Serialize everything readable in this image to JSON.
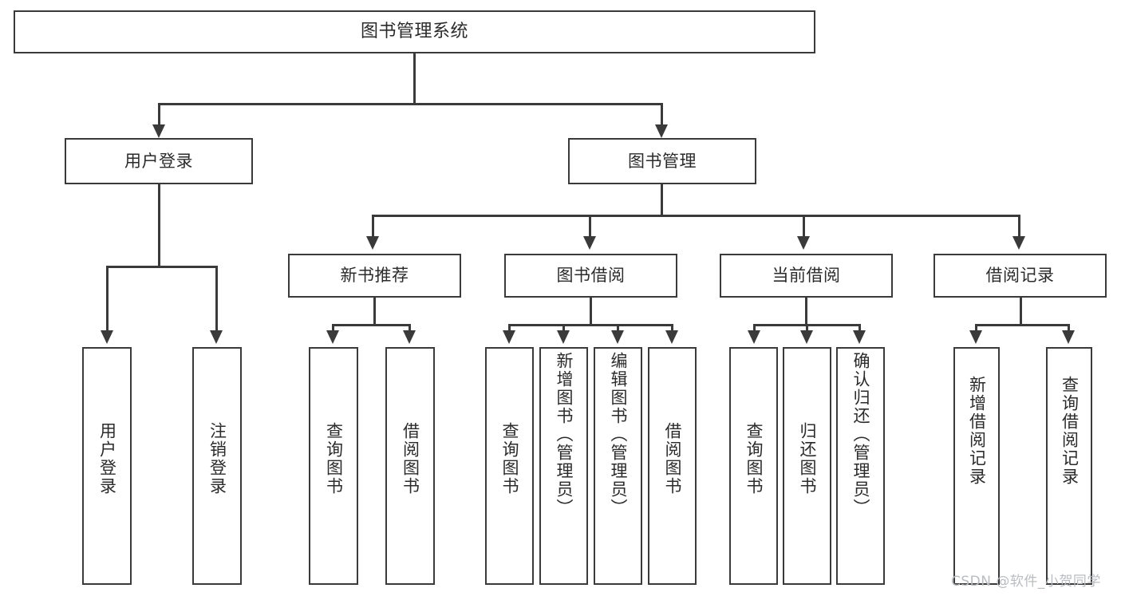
{
  "diagram": {
    "title": "图书管理系统",
    "root": {
      "label": "图书管理系统"
    },
    "level1": [
      {
        "label": "用户登录"
      },
      {
        "label": "图书管理"
      }
    ],
    "level2": [
      {
        "label": "新书推荐"
      },
      {
        "label": "图书借阅"
      },
      {
        "label": "当前借阅"
      },
      {
        "label": "借阅记录"
      }
    ],
    "leaves": {
      "user_login": [
        {
          "label": "用户登录"
        },
        {
          "label": "注销登录"
        }
      ],
      "new_book_recommend": [
        {
          "label": "查询图书"
        },
        {
          "label": "借阅图书"
        }
      ],
      "book_borrow": [
        {
          "label": "查询图书"
        },
        {
          "label": "新增图书（管理员）"
        },
        {
          "label": "编辑图书（管理员）"
        },
        {
          "label": "借阅图书"
        }
      ],
      "current_borrow": [
        {
          "label": "查询图书"
        },
        {
          "label": "归还图书"
        },
        {
          "label": "确认归还（管理员）"
        }
      ],
      "borrow_record": [
        {
          "label": "新增借阅记录"
        },
        {
          "label": "查询借阅记录"
        }
      ]
    }
  },
  "watermark": {
    "text": "CSDN @软件_小贺同学"
  },
  "colors": {
    "stroke": "#3a3a3a",
    "text": "#2b2b2b",
    "background": "#ffffff",
    "watermark": "#b9bcc0"
  }
}
